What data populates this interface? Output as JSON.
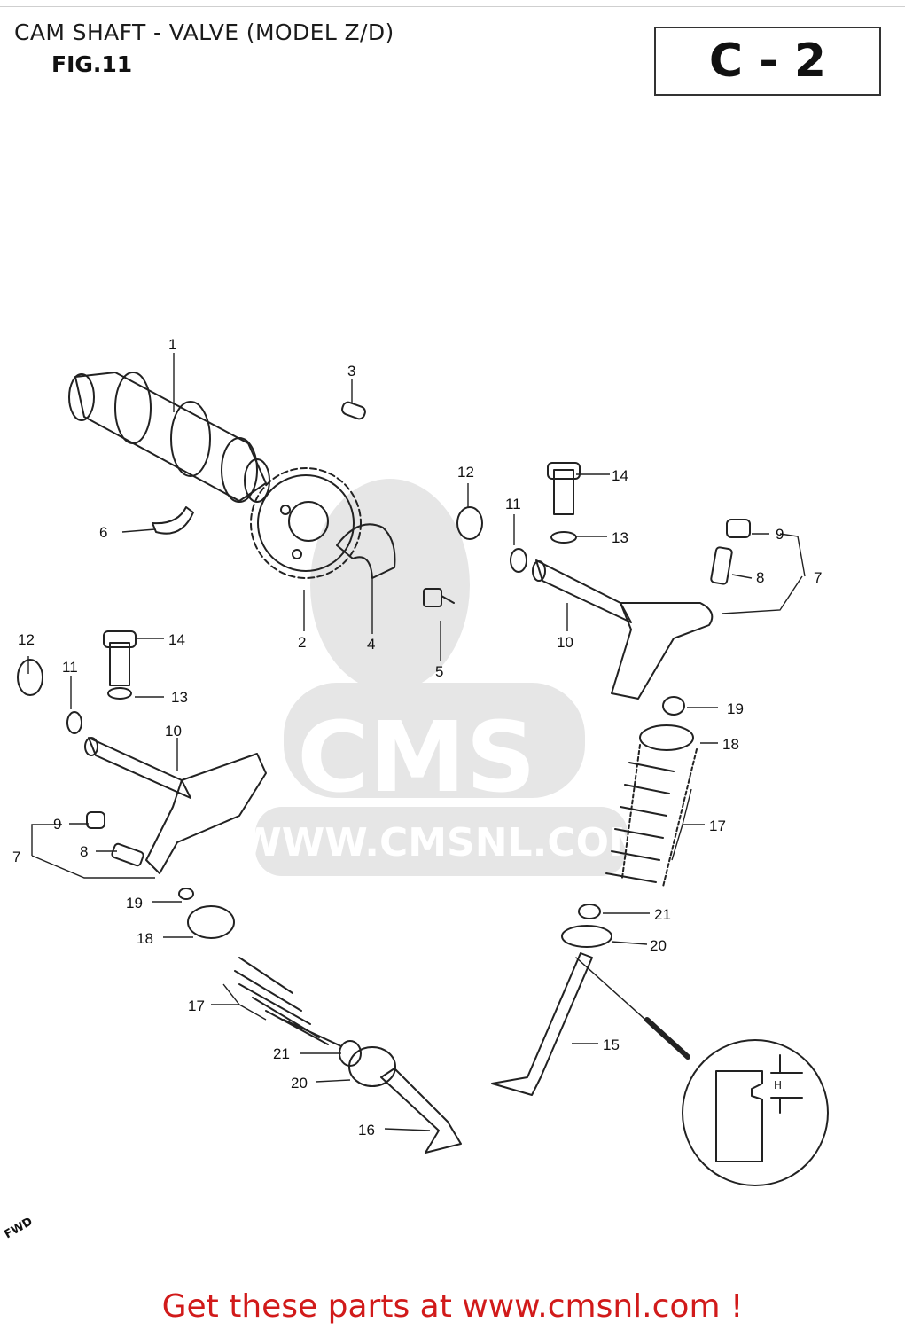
{
  "header": {
    "title": "CAM SHAFT - VALVE (MODEL Z/D)",
    "figure": "FIG.11",
    "plate": "C - 2"
  },
  "watermark": {
    "brand": "CMS",
    "url": "WWW.CMSNL.COM",
    "color": "#e3e3e3"
  },
  "detail": {
    "dimension_label": "H"
  },
  "fwd_label": "FWD",
  "footer": {
    "text": "Get these parts at www.cmsnl.com !",
    "color": "#d11a1a"
  },
  "callouts": [
    {
      "label": "1"
    },
    {
      "label": "2"
    },
    {
      "label": "3"
    },
    {
      "label": "4"
    },
    {
      "label": "5"
    },
    {
      "label": "6"
    },
    {
      "label": "7"
    },
    {
      "label": "8"
    },
    {
      "label": "9"
    },
    {
      "label": "10"
    },
    {
      "label": "11"
    },
    {
      "label": "12"
    },
    {
      "label": "13"
    },
    {
      "label": "14"
    },
    {
      "label": "7"
    },
    {
      "label": "8"
    },
    {
      "label": "9"
    },
    {
      "label": "10"
    },
    {
      "label": "11"
    },
    {
      "label": "12"
    },
    {
      "label": "13"
    },
    {
      "label": "14"
    },
    {
      "label": "15"
    },
    {
      "label": "16"
    },
    {
      "label": "17"
    },
    {
      "label": "17"
    },
    {
      "label": "18"
    },
    {
      "label": "18"
    },
    {
      "label": "19"
    },
    {
      "label": "19"
    },
    {
      "label": "20"
    },
    {
      "label": "20"
    },
    {
      "label": "21"
    },
    {
      "label": "21"
    }
  ]
}
